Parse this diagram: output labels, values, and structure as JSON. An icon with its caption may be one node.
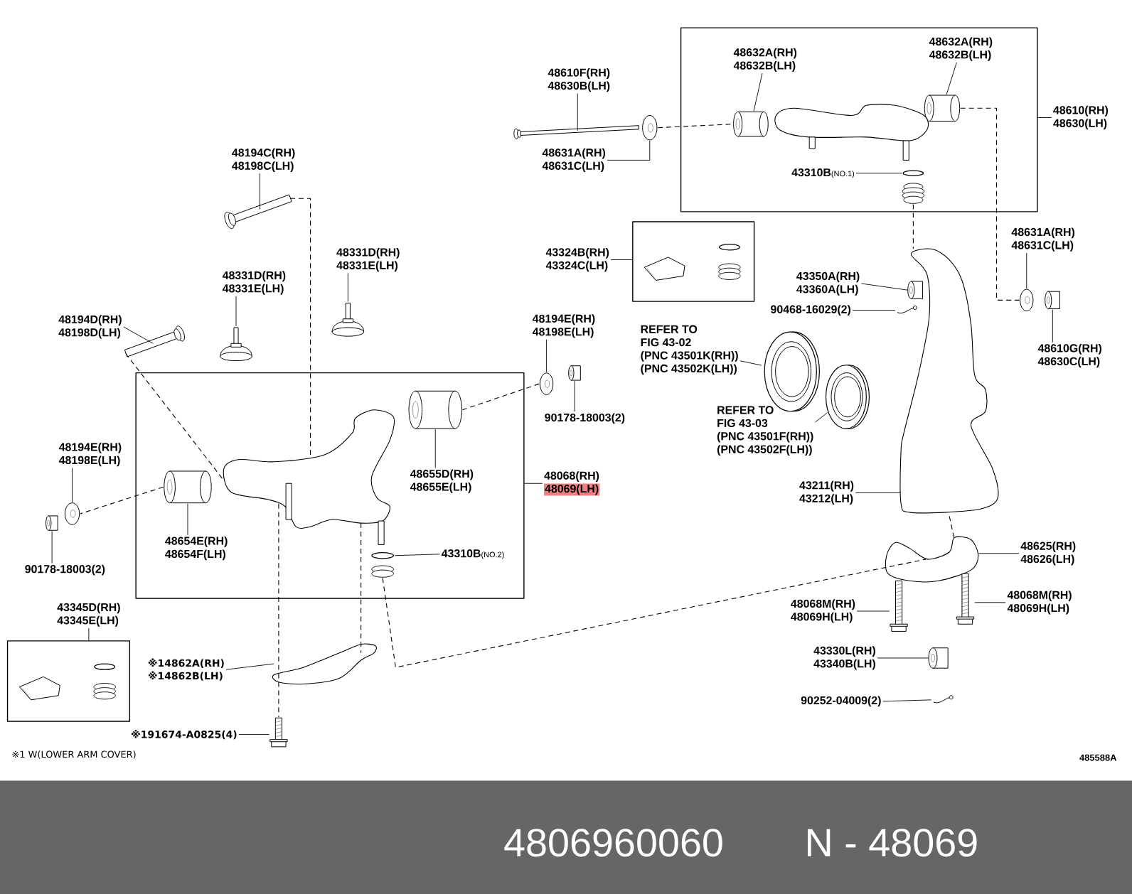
{
  "diagram": {
    "nodes": [
      {
        "text": [],
        "shape": "box"
      },
      {
        "text": [
          "48610F(RH)",
          "48630B(LH)"
        ]
      },
      {
        "text": [],
        "shape": "bar"
      },
      {
        "text": [
          "48631A(RH)",
          "48631C(LH)"
        ]
      },
      {
        "text": [],
        "shape": "picture"
      },
      {
        "text": [
          "48632A(RH)",
          "48632B(LH)"
        ],
        "in": 0
      },
      {
        "text": [],
        "shape": "cylinder",
        "in": 0
      },
      {
        "text": [
          "48632A(RH)",
          "48632B(LH)"
        ],
        "in": 0
      },
      {
        "text": [],
        "shape": "cylinder",
        "in": 0
      },
      {
        "text": [],
        "shape": "picture",
        "in": 0
      },
      {
        "text": [
          "48610(RH)",
          "48630(LH)"
        ]
      },
      {
        "text": [
          "43310B",
          "(NO.1)"
        ],
        "in": 0
      },
      {
        "text": [],
        "shape": "circle",
        "in": 0
      },
      {
        "text": [],
        "shape": "picture",
        "in": 0
      },
      {
        "text": [],
        "shape": "box"
      },
      {
        "text": [
          "43324B(RH)",
          "43324C(LH)"
        ]
      },
      {
        "text": [
          "43350A(RH)",
          "43360A(LH)"
        ]
      },
      {
        "text": [],
        "shape": "cylinder"
      },
      {
        "text": [
          "90468-16029(2)"
        ]
      },
      {
        "text": [],
        "shape": "picture"
      },
      {
        "text": [],
        "shape": "picture"
      },
      {
        "text": [
          "48631A(RH)",
          "48631C(LH)"
        ]
      },
      {
        "text": [],
        "shape": "picture"
      },
      {
        "text": [],
        "shape": "cylinder"
      },
      {
        "text": [
          "48610G(RH)",
          "48630C(LH)"
        ]
      },
      {
        "text": [
          "REFER TO",
          "FIG 43-02",
          "(PNC 43501K(RH))",
          "(PNC 43502K(LH))"
        ]
      },
      {
        "text": [],
        "shape": "picture"
      },
      {
        "text": [
          "REFER TO",
          "FIG 43-03",
          "(PNC 43501F(RH))",
          "(PNC 43502F(LH))"
        ]
      },
      {
        "text": [],
        "shape": "picture"
      },
      {
        "text": [
          "43211(RH)",
          "43212(LH)"
        ]
      },
      {
        "text": [
          "48625(RH)",
          "48626(LH)"
        ]
      },
      {
        "text": [],
        "shape": "picture"
      },
      {
        "text": [
          "48068M(RH)",
          "48069H(LH)"
        ]
      },
      {
        "text": [],
        "shape": "picture"
      },
      {
        "text": [
          "48068M(RH)",
          "48069H(LH)"
        ]
      },
      {
        "text": [],
        "shape": "picture"
      },
      {
        "text": [
          "43330L(RH)",
          "43340B(LH)"
        ]
      },
      {
        "text": [],
        "shape": "cylinder"
      },
      {
        "text": [
          "90252-04009(2)"
        ]
      },
      {
        "text": [],
        "shape": "picture"
      },
      {
        "text": [
          "48194C(RH)",
          "48198C(LH)"
        ]
      },
      {
        "text": [],
        "shape": "picture"
      },
      {
        "text": [
          "48331D(RH)",
          "48331E(LH)"
        ]
      },
      {
        "text": [],
        "shape": "picture"
      },
      {
        "text": [
          "48331D(RH)",
          "48331E(LH)"
        ]
      },
      {
        "text": [],
        "shape": "picture"
      },
      {
        "text": [
          "48194D(RH)",
          "48198D(LH)"
        ]
      },
      {
        "text": [],
        "shape": "picture"
      },
      {
        "text": [],
        "shape": "box"
      },
      {
        "text": [
          "48194E(RH)",
          "48198E(LH)"
        ]
      },
      {
        "text": [],
        "shape": "picture"
      },
      {
        "text": [],
        "shape": "cylinder"
      },
      {
        "text": [
          "90178-18003(2)"
        ]
      },
      {
        "text": [],
        "shape": "cylinder",
        "in": 48
      },
      {
        "text": [
          "48655D(RH)",
          "48655E(LH)"
        ],
        "in": 48
      },
      {
        "text": [],
        "shape": "picture",
        "in": 48
      },
      {
        "text": [],
        "shape": "cylinder",
        "in": 48
      },
      {
        "text": [
          "48654E(RH)",
          "48654F(LH)"
        ],
        "in": 48
      },
      {
        "text": [
          "48194E(RH)",
          "48198E(LH)"
        ]
      },
      {
        "text": [],
        "shape": "picture"
      },
      {
        "text": [],
        "shape": "cylinder"
      },
      {
        "text": [
          "90178-18003(2)"
        ]
      },
      {
        "text": [
          "48068(RH)",
          "48069(LH)"
        ]
      },
      {
        "text": [
          "43310B",
          "(NO.2)"
        ],
        "in": 48
      },
      {
        "text": [],
        "shape": "circle",
        "in": 48
      },
      {
        "text": [],
        "shape": "cylinder",
        "in": 48
      },
      {
        "text": [
          "43345D(RH)",
          "43345E(LH)"
        ]
      },
      {
        "text": [],
        "shape": "box"
      },
      {
        "text": [
          "※14862A(RH)",
          "※14862B(LH)"
        ]
      },
      {
        "text": [],
        "shape": "picture"
      },
      {
        "text": [
          "※191674-A0825(4)"
        ]
      },
      {
        "text": [],
        "shape": "picture"
      }
    ],
    "edges": [
      {
        "from": 1,
        "to": 2,
        "arrow": "none"
      },
      {
        "from": 3,
        "to": 4,
        "arrow": "none"
      },
      {
        "from": 5,
        "to": 6,
        "arrow": "none"
      },
      {
        "from": 7,
        "to": 8,
        "arrow": "none"
      },
      {
        "from": 10,
        "to": 0,
        "arrow": "none"
      },
      {
        "from": 11,
        "to": 12,
        "arrow": "none"
      },
      {
        "from": 15,
        "to": 14,
        "arrow": "none"
      },
      {
        "from": 16,
        "to": 17,
        "arrow": "none"
      },
      {
        "from": 18,
        "to": 19,
        "arrow": "none"
      },
      {
        "from": 21,
        "to": 22,
        "arrow": "none"
      },
      {
        "from": 24,
        "to": 23,
        "arrow": "none"
      },
      {
        "from": 25,
        "to": 26,
        "arrow": "none"
      },
      {
        "from": 27,
        "to": 28,
        "arrow": "none"
      },
      {
        "from": 29,
        "to": 20,
        "arrow": "none"
      },
      {
        "from": 30,
        "to": 31,
        "arrow": "none"
      },
      {
        "from": 32,
        "to": 33,
        "arrow": "none"
      },
      {
        "from": 34,
        "to": 35,
        "arrow": "none"
      },
      {
        "from": 36,
        "to": 37,
        "arrow": "none"
      },
      {
        "from": 38,
        "to": 39,
        "arrow": "none"
      },
      {
        "from": 40,
        "to": 41,
        "arrow": "none"
      },
      {
        "from": 42,
        "to": 43,
        "arrow": "none"
      },
      {
        "from": 44,
        "to": 45,
        "arrow": "none"
      },
      {
        "from": 46,
        "to": 47,
        "arrow": "none"
      },
      {
        "from": 49,
        "to": 50,
        "arrow": "none"
      },
      {
        "from": 52,
        "to": 51,
        "arrow": "none"
      },
      {
        "from": 54,
        "to": 53,
        "arrow": "none"
      },
      {
        "from": 57,
        "to": 56,
        "arrow": "none"
      },
      {
        "from": 58,
        "to": 59,
        "arrow": "none"
      },
      {
        "from": 61,
        "to": 60,
        "arrow": "none"
      },
      {
        "from": 62,
        "to": 48,
        "arrow": "none"
      },
      {
        "from": 63,
        "to": 64,
        "arrow": "none"
      },
      {
        "from": 66,
        "to": 67,
        "arrow": "none"
      },
      {
        "from": 68,
        "to": 69,
        "arrow": "none"
      },
      {
        "from": 70,
        "to": 71,
        "arrow": "none"
      },
      {
        "from": 4,
        "to": 6,
        "arrow": "none",
        "style": "dashed"
      },
      {
        "from": 8,
        "to": 22,
        "arrow": "none",
        "style": "dashed"
      },
      {
        "from": 13,
        "to": 20,
        "arrow": "none",
        "style": "dashed"
      },
      {
        "from": 41,
        "to": 55,
        "arrow": "none",
        "style": "dashed"
      },
      {
        "from": 47,
        "to": 55,
        "arrow": "none",
        "style": "dashed"
      },
      {
        "from": 50,
        "to": 53,
        "arrow": "none",
        "style": "dashed"
      },
      {
        "from": 56,
        "to": 59,
        "arrow": "none",
        "style": "dashed"
      },
      {
        "from": 65,
        "to": 31,
        "arrow": "none",
        "style": "dashed"
      },
      {
        "from": 20,
        "to": 31,
        "arrow": "none",
        "style": "dashed"
      },
      {
        "from": 55,
        "to": 71,
        "arrow": "none",
        "style": "dashed"
      },
      {
        "from": 55,
        "to": 69,
        "arrow": "none",
        "style": "dashed"
      }
    ],
    "labels": [
      "※1 W(LOWER ARM COVER)",
      "485588A",
      "4806960060",
      "N - 48069"
    ]
  }
}
